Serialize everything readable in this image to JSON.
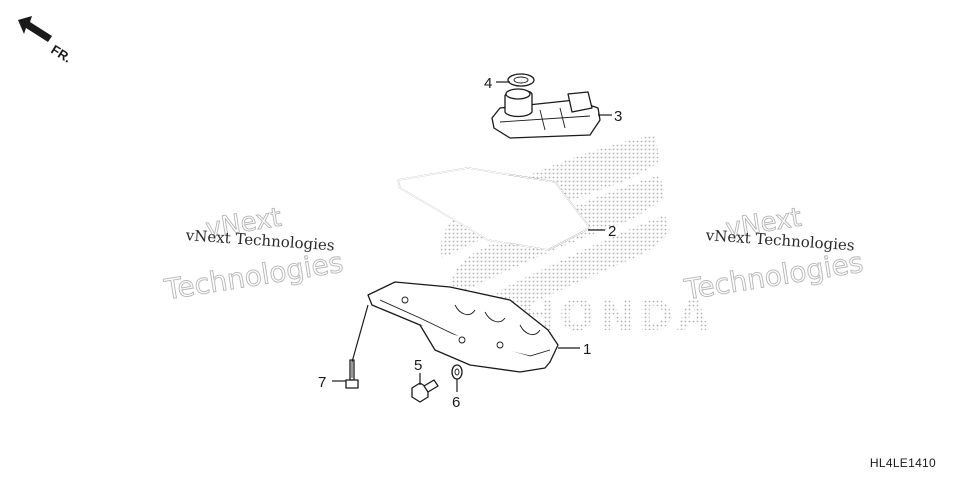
{
  "front_indicator": {
    "label": "FR."
  },
  "watermarks": {
    "left": {
      "small": "vNext Technologies",
      "big_line1": "vNext",
      "big_line2": "Technologies"
    },
    "right": {
      "small": "vNext Technologies",
      "big_line1": "vNext",
      "big_line2": "Technologies"
    }
  },
  "brand_mark": {
    "text": "HONDA"
  },
  "callouts": [
    {
      "id": "1",
      "label": "1"
    },
    {
      "id": "2",
      "label": "2"
    },
    {
      "id": "3",
      "label": "3"
    },
    {
      "id": "4",
      "label": "4"
    },
    {
      "id": "5",
      "label": "5"
    },
    {
      "id": "6",
      "label": "6"
    },
    {
      "id": "7",
      "label": "7"
    }
  ],
  "diagram_code": "HL4LE1410"
}
